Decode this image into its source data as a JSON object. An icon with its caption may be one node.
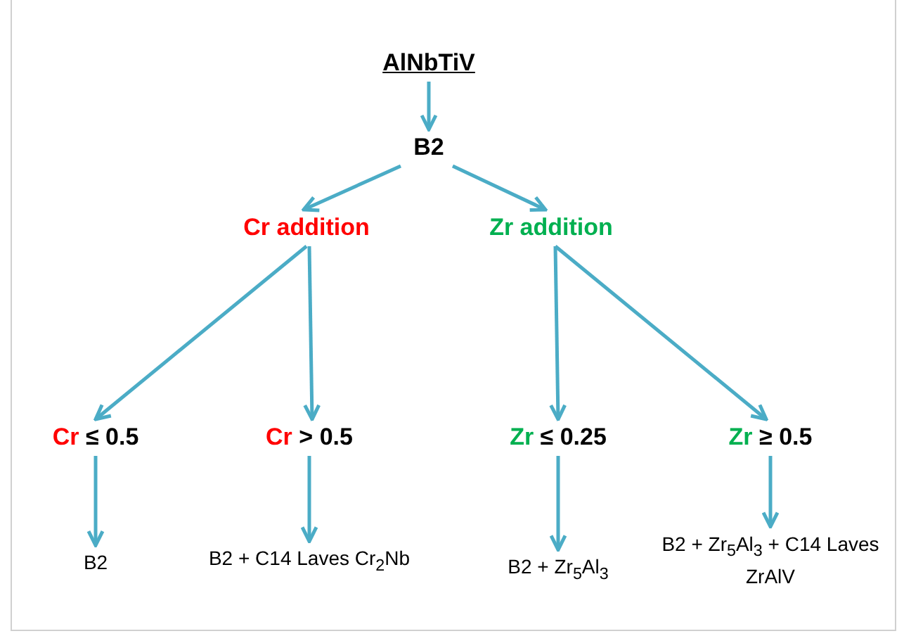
{
  "diagram": {
    "nodes": [
      {
        "text": [
          "AlNbTiV"
        ]
      },
      {
        "text": [
          "B2"
        ]
      },
      {
        "text": [
          "Cr addition"
        ]
      },
      {
        "text": [
          "Zr addition"
        ]
      },
      {
        "text": [
          "Cr",
          "≤ 0.5"
        ]
      },
      {
        "text": [
          "Cr",
          "> 0.5"
        ]
      },
      {
        "text": [
          "Zr",
          "≤ 0.25"
        ]
      },
      {
        "text": [
          "Zr",
          "≥ 0.5"
        ]
      },
      {
        "text": [
          "B2"
        ]
      },
      {
        "text": [
          "B2 + C14 Laves Cr$_{2}$Nb"
        ]
      },
      {
        "text": [
          "B2 + Zr$_{5}$Al$_{3}$"
        ]
      },
      {
        "text": [
          "B2 + Zr$_{5}$Al$_{3}$ + C14 Laves ZrAlV"
        ]
      }
    ],
    "edges": [
      {
        "from": 0,
        "to": 1,
        "arrow": "to"
      },
      {
        "from": 1,
        "to": 2,
        "arrow": "to"
      },
      {
        "from": 1,
        "to": 3,
        "arrow": "to"
      },
      {
        "from": 2,
        "to": 4,
        "arrow": "to"
      },
      {
        "from": 2,
        "to": 5,
        "arrow": "to"
      },
      {
        "from": 3,
        "to": 6,
        "arrow": "to"
      },
      {
        "from": 3,
        "to": 7,
        "arrow": "to"
      },
      {
        "from": 4,
        "to": 8,
        "arrow": "to"
      },
      {
        "from": 5,
        "to": 9,
        "arrow": "to"
      },
      {
        "from": 6,
        "to": 10,
        "arrow": "to"
      },
      {
        "from": 7,
        "to": 11,
        "arrow": "to"
      }
    ]
  }
}
